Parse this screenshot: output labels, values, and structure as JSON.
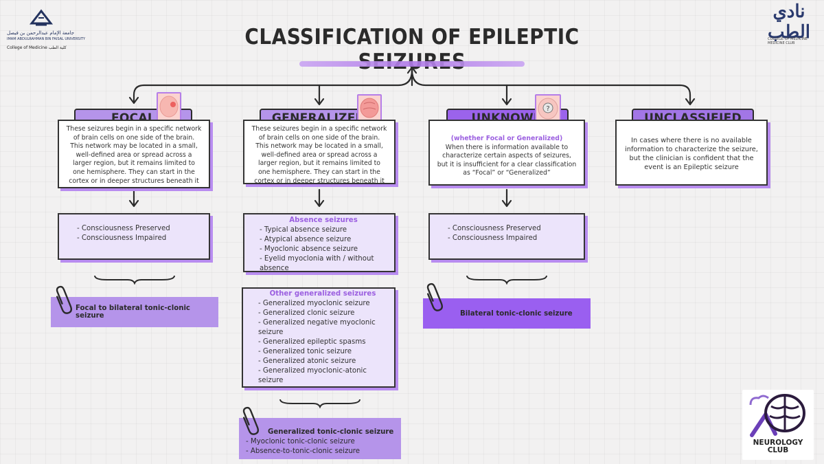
{
  "logos": {
    "university_ar": "جامعة الإمام عبدالرحمن بن فيصل",
    "university_en": "IMAM ABDULRAHMAN BIN FAISAL UNIVERSITY",
    "college": "College of Medicine  كلية الطب",
    "club_ar": "نادي الطب",
    "club_en": "COLLEGE OF MEDICINE  MEDICINE CLUB",
    "neurology_club": "NEUROLOGY CLUB"
  },
  "title": "CLASSIFICATION OF EPILEPTIC SEIZURES",
  "columns": {
    "focal": {
      "header": "FOCAL",
      "description": "These seizures begin in a specific network of brain cells on one side of the brain. This network may be located in a small, well-defined area or spread across a larger region, but it remains limited to one hemisphere. They can start in the cortex or in deeper structures beneath it",
      "items": [
        "- Consciousness Preserved",
        "- Consciousness Impaired"
      ],
      "result": "Focal to bilateral tonic-clonic seizure"
    },
    "generalized": {
      "header": "GENERALIZED",
      "description": "These seizures begin in a specific network of brain cells on one side of the brain. This network may be located in a small, well-defined area or spread across a larger region, but it remains limited to one hemisphere. They can start in the cortex or in deeper structures beneath it",
      "absence_heading": "Absence seizures",
      "absence_items": [
        "- Typical absence seizure",
        "- Atypical absence seizure",
        "- Myoclonic absence seizure",
        "- Eyelid myoclonia with / without absence"
      ],
      "other_heading": "Other generalized seizures",
      "other_items": [
        "- Generalized myoclonic seizure",
        "- Generalized clonic seizure",
        "- Generalized negative myoclonic seizure",
        "- Generalized epileptic spasms",
        "- Generalized tonic seizure",
        "- Generalized atonic seizure",
        "- Generalized myoclonic-atonic seizure"
      ],
      "result_heading": "Generalized tonic-clonic seizure",
      "result_items": [
        "- Myoclonic tonic-clonic seizure",
        "- Absence-to-tonic-clonic seizure"
      ]
    },
    "unknown": {
      "header": "UNKNOWN",
      "subtitle": "(whether Focal or Generalized)",
      "description": "When there is information available to characterize certain aspects of seizures, but it is insufficient for a clear classification as “Focal” or “Generalized”",
      "items": [
        "- Consciousness Preserved",
        "- Consciousness Impaired"
      ],
      "result": "Bilateral tonic-clonic seizure",
      "icon_glyph": "?"
    },
    "unclassified": {
      "header": "UNCLASSIFIED",
      "description": "In cases where there is no available information to characterize the seizure, but the clinician is confident that the event is an Epileptic seizure"
    }
  },
  "colors": {
    "accent": "#9b63ec",
    "light_accent": "#b594ea",
    "lavender_box": "#ece4fb",
    "shadow": "#b88cf0",
    "heading_purple": "#9b5fe0"
  }
}
